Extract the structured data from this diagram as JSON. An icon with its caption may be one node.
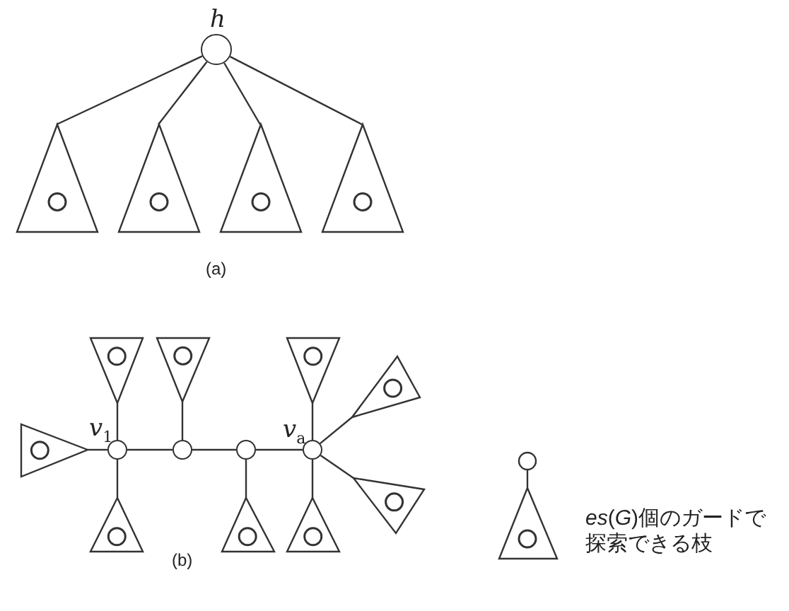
{
  "diagram": {
    "nodes": [
      {
        "text": [
          "h"
        ]
      },
      {
        "text": [],
        "shape": "triangle"
      },
      {
        "text": [],
        "shape": "triangle"
      },
      {
        "text": [],
        "shape": "triangle"
      },
      {
        "text": [],
        "shape": "triangle"
      },
      {
        "text": [
          "v$_{1}$"
        ]
      },
      {
        "text": [],
        "shape": "circle"
      },
      {
        "text": [],
        "shape": "circle"
      },
      {
        "text": [
          "v$_{a}$"
        ]
      },
      {
        "text": [],
        "shape": "triangle"
      },
      {
        "text": [],
        "shape": "triangle"
      },
      {
        "text": [],
        "shape": "triangle"
      },
      {
        "text": [],
        "shape": "triangle"
      },
      {
        "text": [],
        "shape": "triangle"
      },
      {
        "text": [],
        "shape": "triangle"
      },
      {
        "text": [],
        "shape": "triangle"
      },
      {
        "text": [],
        "shape": "triangle"
      },
      {
        "text": [],
        "shape": "triangle"
      }
    ],
    "edges": [
      {
        "from": 0,
        "to": 1,
        "arrow": "none"
      },
      {
        "from": 0,
        "to": 2,
        "arrow": "none"
      },
      {
        "from": 0,
        "to": 3,
        "arrow": "none"
      },
      {
        "from": 0,
        "to": 4,
        "arrow": "none"
      },
      {
        "from": 5,
        "to": 6,
        "arrow": "none"
      },
      {
        "from": 6,
        "to": 7,
        "arrow": "none"
      },
      {
        "from": 7,
        "to": 8,
        "arrow": "none"
      },
      {
        "from": 5,
        "to": 9,
        "arrow": "none"
      },
      {
        "from": 5,
        "to": 10,
        "arrow": "none"
      },
      {
        "from": 5,
        "to": 11,
        "arrow": "none"
      },
      {
        "from": 6,
        "to": 12,
        "arrow": "none"
      },
      {
        "from": 7,
        "to": 13,
        "arrow": "none"
      },
      {
        "from": 8,
        "to": 14,
        "arrow": "none"
      },
      {
        "from": 8,
        "to": 15,
        "arrow": "none"
      },
      {
        "from": 8,
        "to": 16,
        "arrow": "none"
      },
      {
        "from": 8,
        "to": 17,
        "arrow": "none"
      }
    ],
    "labels": [
      "(a)",
      "(b)"
    ],
    "legend": [
      {
        "text": "*es*(*G*)個のガードで探索できる枝"
      }
    ]
  }
}
